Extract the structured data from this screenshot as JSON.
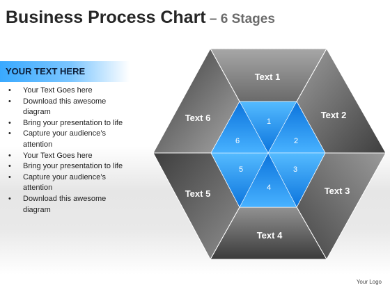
{
  "title": {
    "main": "Business Process Chart",
    "sub": " – 6 Stages"
  },
  "panel": {
    "heading": "YOUR TEXT HERE",
    "bullets": [
      "Your Text Goes here",
      "Download this awesome diagram",
      "Bring your presentation to life",
      "Capture your audience’s attention",
      "Your Text Goes here",
      "Bring your presentation to life",
      "Capture your audience’s attention",
      "Download this awesome diagram"
    ]
  },
  "diagram": {
    "outer_labels": [
      "Text 1",
      "Text 2",
      "Text 3",
      "Text 4",
      "Text 5",
      "Text 6"
    ],
    "inner_labels": [
      "1",
      "2",
      "3",
      "4",
      "5",
      "6"
    ],
    "colors": {
      "outer_light": "#a8a8a8",
      "outer_mid": "#6e6e6e",
      "outer_dark": "#3c3c3c",
      "inner_light": "#4fb6ff",
      "inner_dark": "#0a6fd8",
      "outer_text": "#ffffff",
      "inner_text": "#ffffff"
    }
  },
  "footer": {
    "logo": "Your Logo"
  }
}
